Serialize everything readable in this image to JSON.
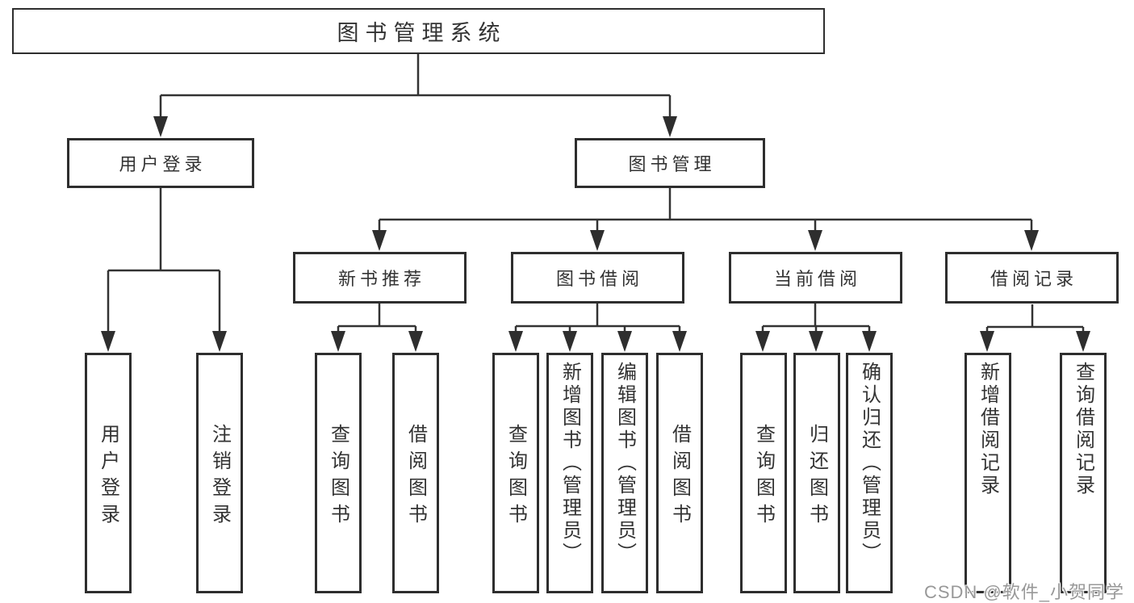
{
  "diagram": {
    "watermark": "CSDN @软件_小贺同学",
    "colors": {
      "background": "#ffffff",
      "box_border": "#2e2e2e",
      "line": "#333333",
      "text": "#333333",
      "watermark": "#989898"
    },
    "tree": {
      "root": {
        "label": "图书管理系统"
      },
      "level2": [
        {
          "label": "用户登录",
          "children": [
            {
              "label": "用户登录"
            },
            {
              "label": "注销登录"
            }
          ]
        },
        {
          "label": "图书管理",
          "children": [
            {
              "label": "新书推荐",
              "children": [
                {
                  "label": "查询图书"
                },
                {
                  "label": "借阅图书"
                }
              ]
            },
            {
              "label": "图书借阅",
              "children": [
                {
                  "label": "查询图书"
                },
                {
                  "label": "新增图书（管理员）"
                },
                {
                  "label": "编辑图书（管理员）"
                },
                {
                  "label": "借阅图书"
                }
              ]
            },
            {
              "label": "当前借阅",
              "children": [
                {
                  "label": "查询图书"
                },
                {
                  "label": "归还图书"
                },
                {
                  "label": "确认归还（管理员）"
                }
              ]
            },
            {
              "label": "借阅记录",
              "children": [
                {
                  "label": "新增借阅记录"
                },
                {
                  "label": "查询借阅记录"
                }
              ]
            }
          ]
        }
      ]
    }
  }
}
